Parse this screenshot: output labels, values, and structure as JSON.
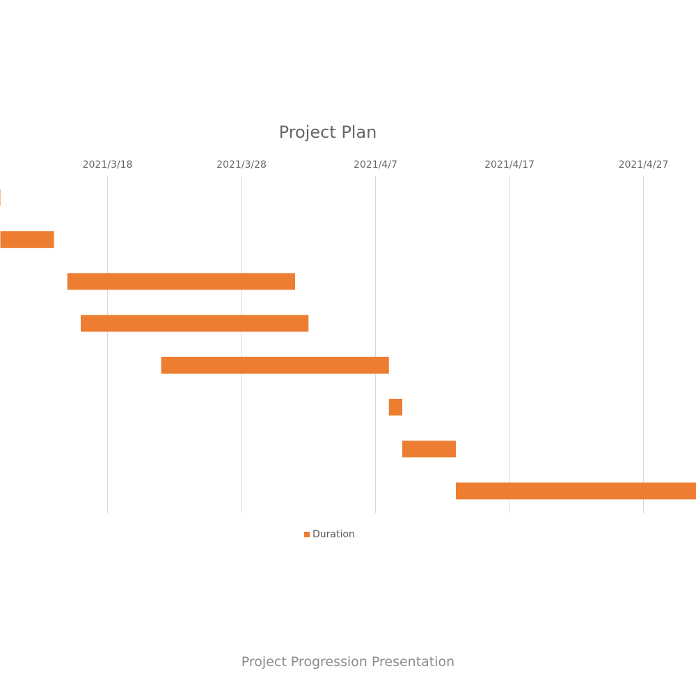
{
  "chart_data": {
    "type": "bar",
    "orientation": "horizontal",
    "title": "Project Plan",
    "x_axis": {
      "position": "top",
      "ticks": [
        "2021/3/18",
        "2021/3/28",
        "2021/4/7",
        "2021/4/17",
        "2021/4/27"
      ],
      "range": [
        "2021/3/10",
        "2021/5/1"
      ]
    },
    "grid": true,
    "legend": {
      "placement": "bottom",
      "entries": [
        "Duration"
      ]
    },
    "series": [
      {
        "name": "Duration",
        "color": "#ED7D31",
        "tasks": [
          {
            "start": "2021/3/9",
            "end": "2021/3/10"
          },
          {
            "start": "2021/3/10",
            "end": "2021/3/14"
          },
          {
            "start": "2021/3/15",
            "end": "2021/4/1"
          },
          {
            "start": "2021/3/16",
            "end": "2021/4/2"
          },
          {
            "start": "2021/3/22",
            "end": "2021/4/8"
          },
          {
            "start": "2021/4/8",
            "end": "2021/4/9"
          },
          {
            "start": "2021/4/9",
            "end": "2021/4/13"
          },
          {
            "start": "2021/4/13",
            "end": "2021/5/1"
          }
        ]
      }
    ]
  },
  "footer_text": "Project Progression Presentation"
}
